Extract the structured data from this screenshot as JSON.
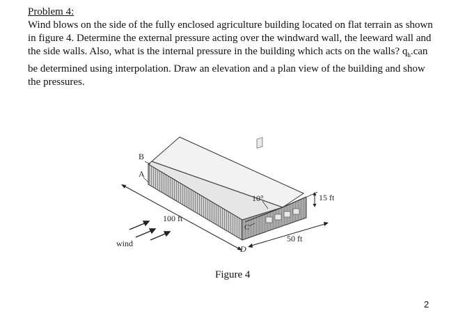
{
  "document": {
    "heading": "Problem 4:",
    "body_before_q": "Wind blows on the side of the fully enclosed agriculture building located on flat terrain as shown in figure 4. Determine the external pressure acting over the windward wall, the leeward wall and the side walls. Also, what is the internal pressure in the building which acts on the walls?",
    "q_symbol": "q",
    "q_subscript": "h",
    "body_after_q": ".can be determined using interpolation. Draw an elevation and a plan view of the building and show the pressures."
  },
  "figure": {
    "caption": "Figure 4",
    "labels": {
      "b": "B",
      "a": "A",
      "c": "C",
      "d": "D",
      "angle": "10°",
      "length": "100 ft",
      "width": "50 ft",
      "height": "15 ft",
      "wind": "wind"
    }
  },
  "page_number": "2"
}
